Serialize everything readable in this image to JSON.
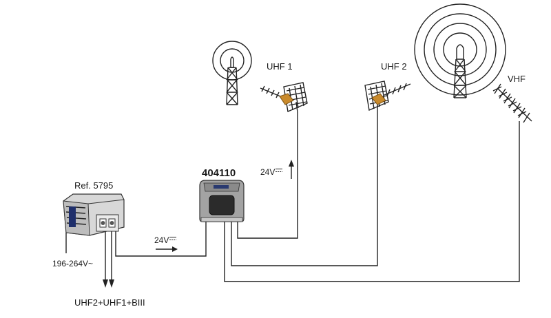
{
  "labels": {
    "uhf1": "UHF 1",
    "uhf2": "UHF 2",
    "vhf": "VHF",
    "amplifier_ref": "404110",
    "power_supply_ref": "Ref. 5795",
    "mains_voltage": "196-264V~",
    "output_bands": "UHF2+UHF1+BIII",
    "dc_feed_main": "24V",
    "dc_feed_uhf1": "24V"
  },
  "icons": {
    "dc_symbol": "dc-symbol",
    "arrow": "arrow-right"
  },
  "colors": {
    "line": "#222222",
    "antenna_gold": "#c98a2b",
    "device_grey": "#9a9a9a"
  }
}
